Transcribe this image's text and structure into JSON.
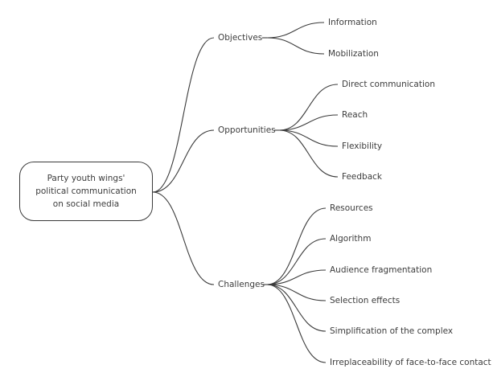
{
  "diagram": {
    "type": "mind-map",
    "root": {
      "lines": [
        "Party youth wings'",
        "political communication",
        "on social media"
      ]
    },
    "branches": [
      {
        "label": "Objectives",
        "children": [
          "Information",
          "Mobilization"
        ]
      },
      {
        "label": "Opportunities",
        "children": [
          "Direct communication",
          "Reach",
          "Flexibility",
          "Feedback"
        ]
      },
      {
        "label": "Challenges",
        "children": [
          "Resources",
          "Algorithm",
          "Audience fragmentation",
          "Selection effects",
          "Simplification of the complex",
          "Irreplaceability of face-to-face contact"
        ]
      }
    ],
    "colors": {
      "line": "#3a3a3a",
      "text": "#3c3c3c",
      "background": "#ffffff"
    }
  }
}
